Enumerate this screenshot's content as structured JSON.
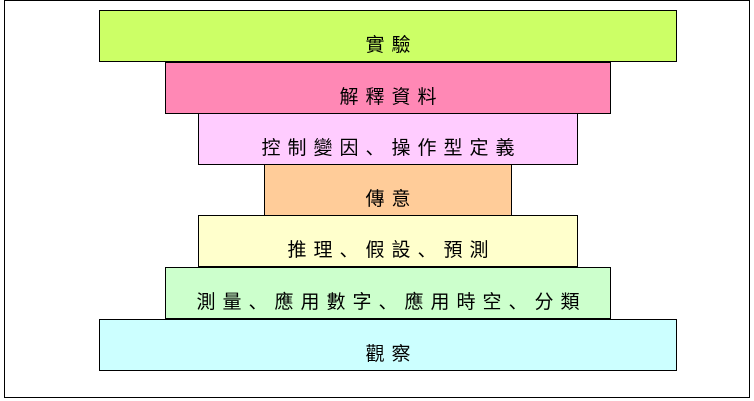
{
  "diagram": {
    "layers": [
      {
        "label": "實驗",
        "color": "#ccff66"
      },
      {
        "label": "解釋資料",
        "color": "#ff88b5"
      },
      {
        "label": "控制變因、操作型定義",
        "color": "#ffccff"
      },
      {
        "label": "傳意",
        "color": "#ffcc99"
      },
      {
        "label": "推理、假設、預測",
        "color": "#ffffcc"
      },
      {
        "label": "測量、應用數字、應用時空、分類",
        "color": "#ccffcc"
      },
      {
        "label": "觀察",
        "color": "#ccffff"
      }
    ]
  }
}
